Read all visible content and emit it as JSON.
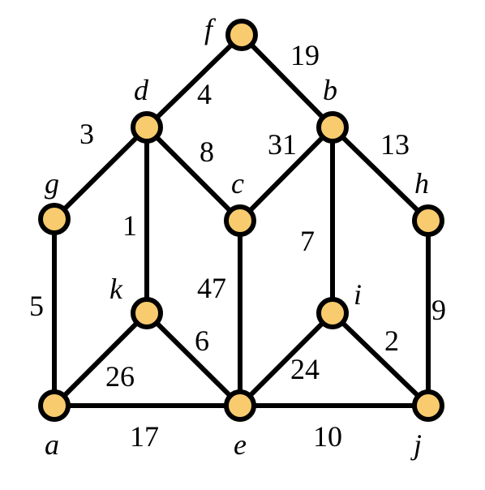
{
  "graph": {
    "colors": {
      "node_fill": "#f8cb6e",
      "stroke": "#000000"
    },
    "nodes": {
      "f": {
        "label": "f"
      },
      "d": {
        "label": "d"
      },
      "b": {
        "label": "b"
      },
      "g": {
        "label": "g"
      },
      "c": {
        "label": "c"
      },
      "h": {
        "label": "h"
      },
      "k": {
        "label": "k"
      },
      "i": {
        "label": "i"
      },
      "a": {
        "label": "a"
      },
      "e": {
        "label": "e"
      },
      "j": {
        "label": "j"
      }
    },
    "edges": {
      "f_d": {
        "from": "f",
        "to": "d",
        "weight": "4"
      },
      "f_b": {
        "from": "f",
        "to": "b",
        "weight": "19"
      },
      "d_g": {
        "from": "d",
        "to": "g",
        "weight": "3"
      },
      "d_c": {
        "from": "d",
        "to": "c",
        "weight": "8"
      },
      "d_k": {
        "from": "d",
        "to": "k",
        "weight": "1"
      },
      "b_c": {
        "from": "b",
        "to": "c",
        "weight": "31"
      },
      "b_h": {
        "from": "b",
        "to": "h",
        "weight": "13"
      },
      "b_i": {
        "from": "b",
        "to": "i",
        "weight": "7"
      },
      "g_a": {
        "from": "g",
        "to": "a",
        "weight": "5"
      },
      "c_e": {
        "from": "c",
        "to": "e",
        "weight": "47"
      },
      "h_j": {
        "from": "h",
        "to": "j",
        "weight": "9"
      },
      "k_a": {
        "from": "k",
        "to": "a",
        "weight": "26"
      },
      "k_e": {
        "from": "k",
        "to": "e",
        "weight": "6"
      },
      "i_e": {
        "from": "i",
        "to": "e",
        "weight": "24"
      },
      "i_j": {
        "from": "i",
        "to": "j",
        "weight": "2"
      },
      "a_e": {
        "from": "a",
        "to": "e",
        "weight": "17"
      },
      "e_j": {
        "from": "e",
        "to": "j",
        "weight": "10"
      }
    }
  }
}
